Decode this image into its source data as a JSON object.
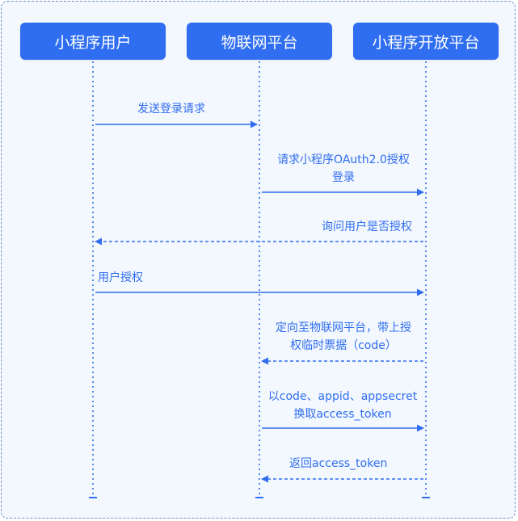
{
  "colors": {
    "accent": "#2f6ef0",
    "frame_border": "#6c8fd6",
    "background": "#f3f7fe"
  },
  "participants": [
    "小程序用户",
    "物联网平台",
    "小程序开放平台"
  ],
  "messages": [
    {
      "lines": [
        "发送登录请求"
      ],
      "from": 0,
      "to": 1,
      "style": "solid"
    },
    {
      "lines": [
        "请求小程序OAuth2.0授权",
        "登录"
      ],
      "from": 1,
      "to": 2,
      "style": "solid"
    },
    {
      "lines": [
        "询问用户是否授权"
      ],
      "from": 2,
      "to": 0,
      "style": "dashed"
    },
    {
      "lines": [
        "用户授权"
      ],
      "from": 0,
      "to": 2,
      "style": "solid"
    },
    {
      "lines": [
        "定向至物联网平台，带上授",
        "权临时票据（code）"
      ],
      "from": 2,
      "to": 1,
      "style": "dashed"
    },
    {
      "lines": [
        "以code、appid、appsecret",
        "换取access_token"
      ],
      "from": 1,
      "to": 2,
      "style": "solid"
    },
    {
      "lines": [
        "返回access_token"
      ],
      "from": 2,
      "to": 1,
      "style": "dashed"
    }
  ]
}
